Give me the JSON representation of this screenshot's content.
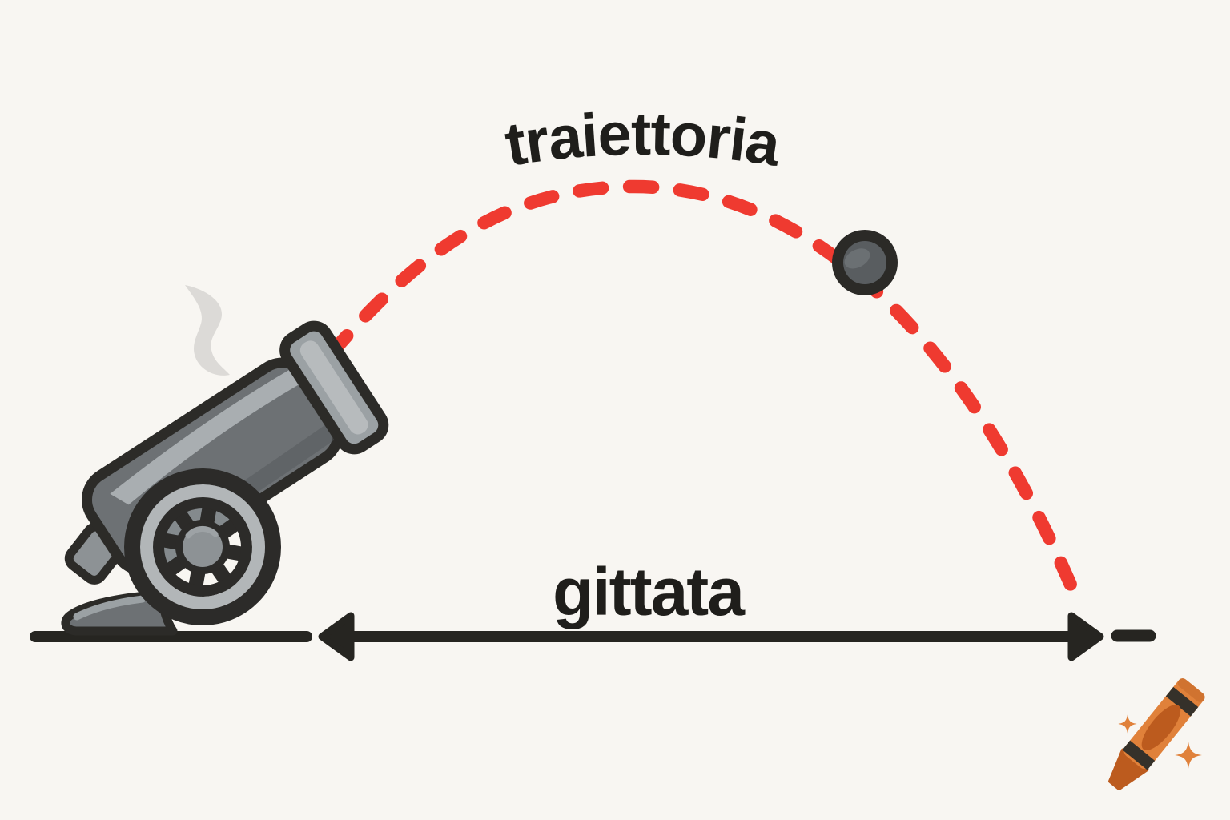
{
  "labels": {
    "trajectory": "traiettoria",
    "range": "gittata"
  },
  "scene": {
    "subject": "cannon firing projectile",
    "trajectory_style": "dashed arc",
    "range_indicator": "double-headed horizontal arrow above ground line"
  },
  "watermark": {
    "icon": "crayon-icon",
    "sparkle_count": 2
  },
  "colors": {
    "background": "#f8f6f2",
    "ink": "#262521",
    "text": "#1f1e1b",
    "trajectory": "#ef3a30",
    "cannon_body": "#6d7174",
    "cannon_highlight": "#a9aeb1",
    "muzzle_band": "#9ba1a4",
    "wheel_rim": "#b2b6b8",
    "smoke": "#dcdad7",
    "cannonball": "#595d60",
    "crayon_orange": "#e0813a",
    "crayon_dark_orange": "#bc5b1e"
  }
}
